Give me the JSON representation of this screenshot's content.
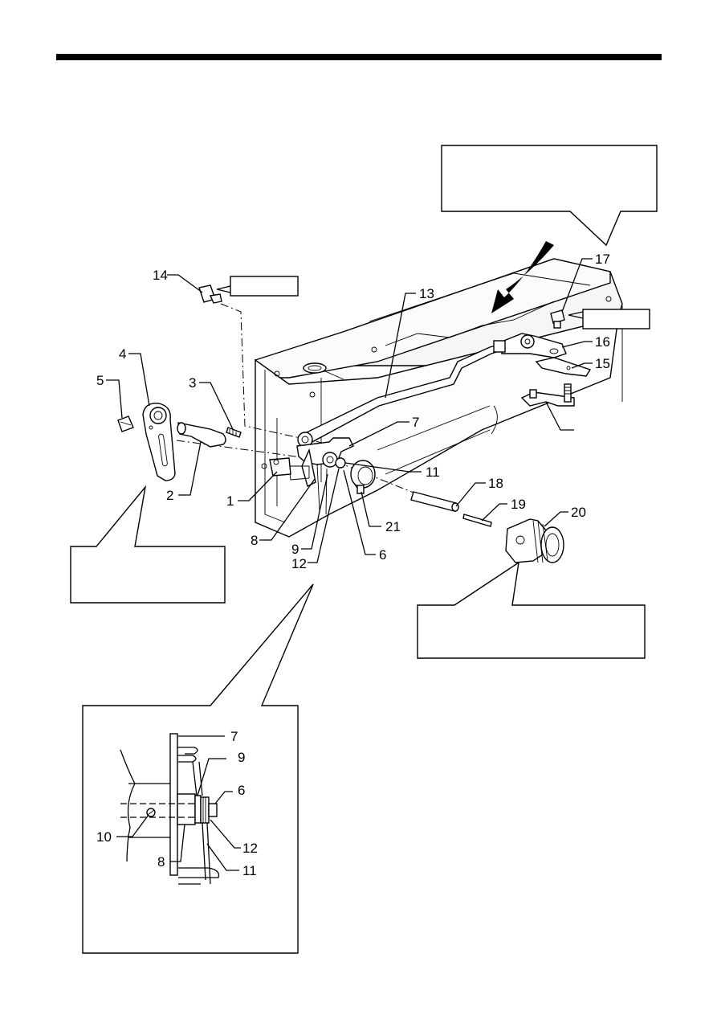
{
  "page": {
    "header_rule": "thick black rule"
  },
  "labels": {
    "p1": "1",
    "p2": "2",
    "p3": "3",
    "p4": "4",
    "p5": "5",
    "p6": "6",
    "p7": "7",
    "p8": "8",
    "p9": "9",
    "p11": "11",
    "p12": "12",
    "p13": "13",
    "p14": "14",
    "p15": "15",
    "p16": "16",
    "p17": "17",
    "p18": "18",
    "p19": "19",
    "p20": "20",
    "p21": "21"
  },
  "detail_labels": {
    "d6": "6",
    "d7": "7",
    "d8": "8",
    "d9": "9",
    "d10": "10",
    "d11": "11",
    "d12": "12"
  },
  "callouts": {
    "top_right": "",
    "left": "",
    "bottom_right": "",
    "tag_14": "",
    "tag_17": ""
  },
  "colors": {
    "ink": "#000000",
    "paper": "#ffffff",
    "body_shade": "#f2f2f2"
  }
}
